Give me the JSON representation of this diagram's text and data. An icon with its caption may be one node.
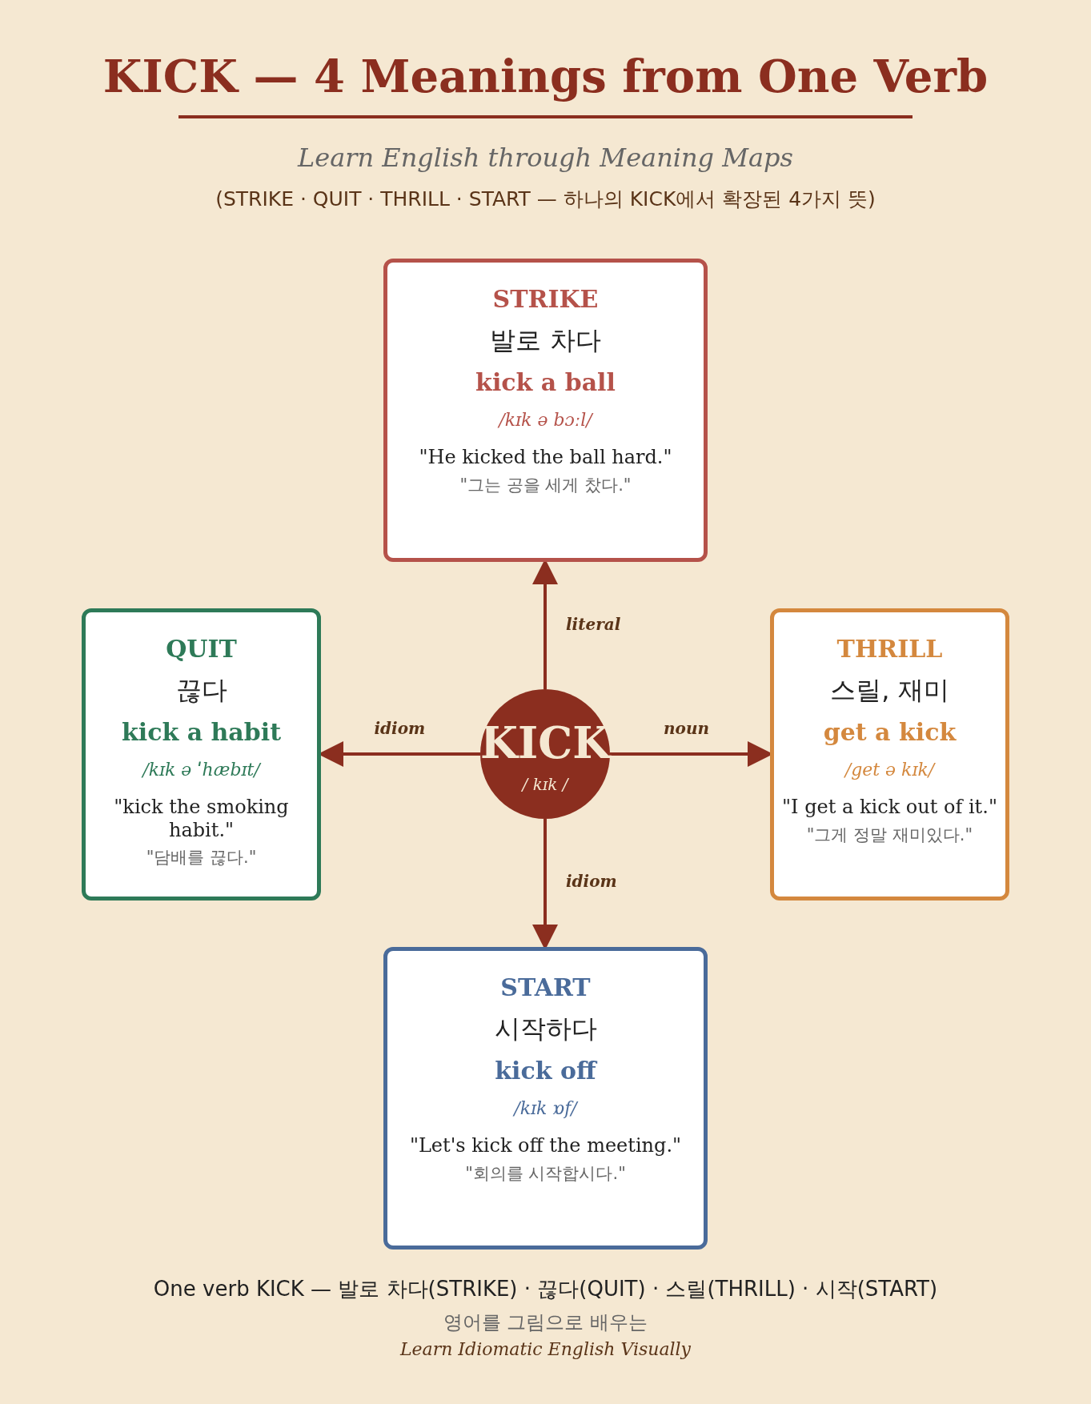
{
  "diagram": {
    "title": "KICK — 4 Meanings from One Verb",
    "nodes": [
      {
        "text": [
          "STRIKE",
          "발로 차다",
          "kick a ball",
          "/kɪk ə bɔːl/",
          "\"He kicked the ball hard.\"",
          "\"그는 공을 세게 찼다.\""
        ]
      },
      {
        "text": [
          "QUIT",
          "끊다",
          "kick a habit",
          "/kɪk ə ˈhæbɪt/",
          "\"kick the smoking habit.\"",
          "\"담배를 끊다.\""
        ]
      },
      {
        "text": [
          "KICK",
          "/ kɪk /"
        ]
      },
      {
        "text": [
          "THRILL",
          "스릴, 재미",
          "get a kick",
          "/get ə kɪk/",
          "\"I get a kick out of it.\"",
          "\"그게 정말 재미있다.\""
        ]
      },
      {
        "text": [
          "START",
          "시작하다",
          "kick off",
          "/kɪk ɒf/",
          "\"Let's kick off the meeting.\"",
          "\"회의를 시작합시다.\""
        ]
      }
    ],
    "edges": [
      {
        "from": 2,
        "to": 0,
        "arrow": "to",
        "label": "literal"
      },
      {
        "from": 2,
        "to": 1,
        "arrow": "to",
        "label": "idiom"
      },
      {
        "from": 2,
        "to": 3,
        "arrow": "to",
        "label": "noun"
      },
      {
        "from": 2,
        "to": 4,
        "arrow": "to",
        "label": "idiom"
      }
    ],
    "labels": [
      "Learn English through Meaning Maps",
      "(STRIKE · QUIT · THRILL · START — 하나의 KICK에서 확장된 4가지 뜻)",
      "One verb KICK — 발로 차다(STRIKE) · 끊다(QUIT) · 스릴(THRILL) · 시작(START)",
      "영어를 그림으로 배우는",
      "Learn Idiomatic English Visually"
    ]
  }
}
